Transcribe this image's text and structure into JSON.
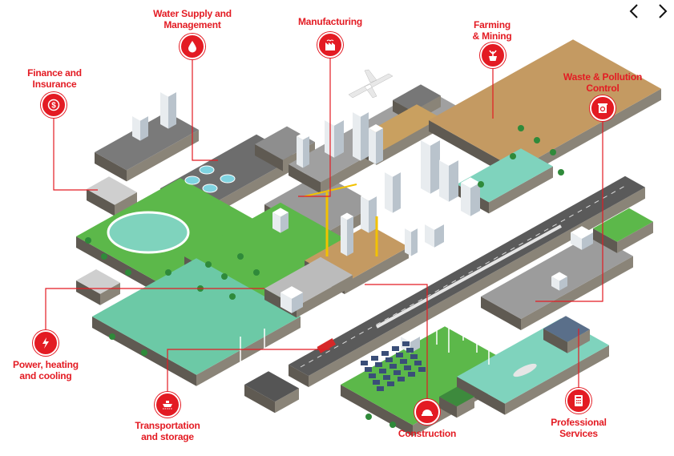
{
  "nav": {
    "prev": "previous-arrow",
    "next": "next-arrow"
  },
  "colors": {
    "accent": "#e31b23",
    "grass": "#5cb84a",
    "water": "#7fd3bd",
    "road": "#5a5a5a",
    "soil": "#c49a62"
  },
  "sectors": [
    {
      "id": "finance",
      "label_line1": "Finance and",
      "label_line2": "Insurance",
      "icon": "dollar-coin-icon"
    },
    {
      "id": "water",
      "label_line1": "Water Supply and",
      "label_line2": "Management",
      "icon": "water-drop-icon"
    },
    {
      "id": "manufacturing",
      "label_line1": "Manufacturing",
      "label_line2": "",
      "icon": "factory-icon"
    },
    {
      "id": "farming",
      "label_line1": "Farming",
      "label_line2": "& Mining",
      "icon": "plant-icon"
    },
    {
      "id": "waste",
      "label_line1": "Waste & Pollution",
      "label_line2": "Control",
      "icon": "recycle-bin-icon"
    },
    {
      "id": "power",
      "label_line1": "Power, heating",
      "label_line2": "and cooling",
      "icon": "lightning-icon"
    },
    {
      "id": "transport",
      "label_line1": "Transportation",
      "label_line2": "and storage",
      "icon": "ship-icon"
    },
    {
      "id": "construction",
      "label_line1": "Construction",
      "label_line2": "",
      "icon": "hard-hat-icon"
    },
    {
      "id": "professional",
      "label_line1": "Professional",
      "label_line2": "Services",
      "icon": "calculator-icon"
    }
  ]
}
